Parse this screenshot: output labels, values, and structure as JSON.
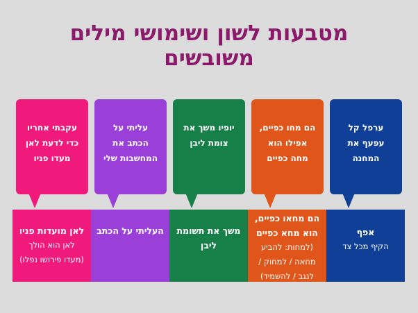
{
  "title": {
    "line1": "מטבעות לשון ושימושי מילים",
    "line2": "משובשים"
  },
  "colors": {
    "title": "#8b1a6b",
    "background": "#dcdcdc",
    "blue": "#0f3f96",
    "orange": "#e0561a",
    "green": "#178049",
    "purple": "#9a3fd8",
    "pink": "#ef1a7c"
  },
  "columns": [
    {
      "color": "blue",
      "bubble": [
        "ערפל קל",
        "עפעף את",
        "המחנה"
      ],
      "main": [
        "אפף"
      ],
      "sub": [
        "הקיף מכל צד"
      ]
    },
    {
      "color": "orange",
      "bubble": [
        "הם מחו כפיים,",
        "אפילו הוא",
        "מחה כפיים"
      ],
      "main": [
        "הם מחאו כפיים,",
        "הוא מחא כפיים"
      ],
      "sub": [
        "(למחות: להביע",
        "מחאה / למחוק /",
        "לנגב / להשמיד)"
      ]
    },
    {
      "color": "green",
      "bubble": [
        "יופיו משך את",
        "צומת ליבן"
      ],
      "main": [
        "משך את תשומת",
        "ליבן"
      ],
      "sub": []
    },
    {
      "color": "purple",
      "bubble": [
        "עליתי על",
        "הכתב את",
        "המחשבות שלי"
      ],
      "main": [
        "העליתי על הכתב"
      ],
      "sub": []
    },
    {
      "color": "pink",
      "bubble": [
        "עקבתי אחריו",
        "כדי לדעת לאן",
        "מעדו פניו"
      ],
      "main": [
        "לאן מועדות פניו"
      ],
      "sub": [
        "לאן הוא הולך",
        "(מעדו פירושו נפלו)"
      ]
    }
  ]
}
